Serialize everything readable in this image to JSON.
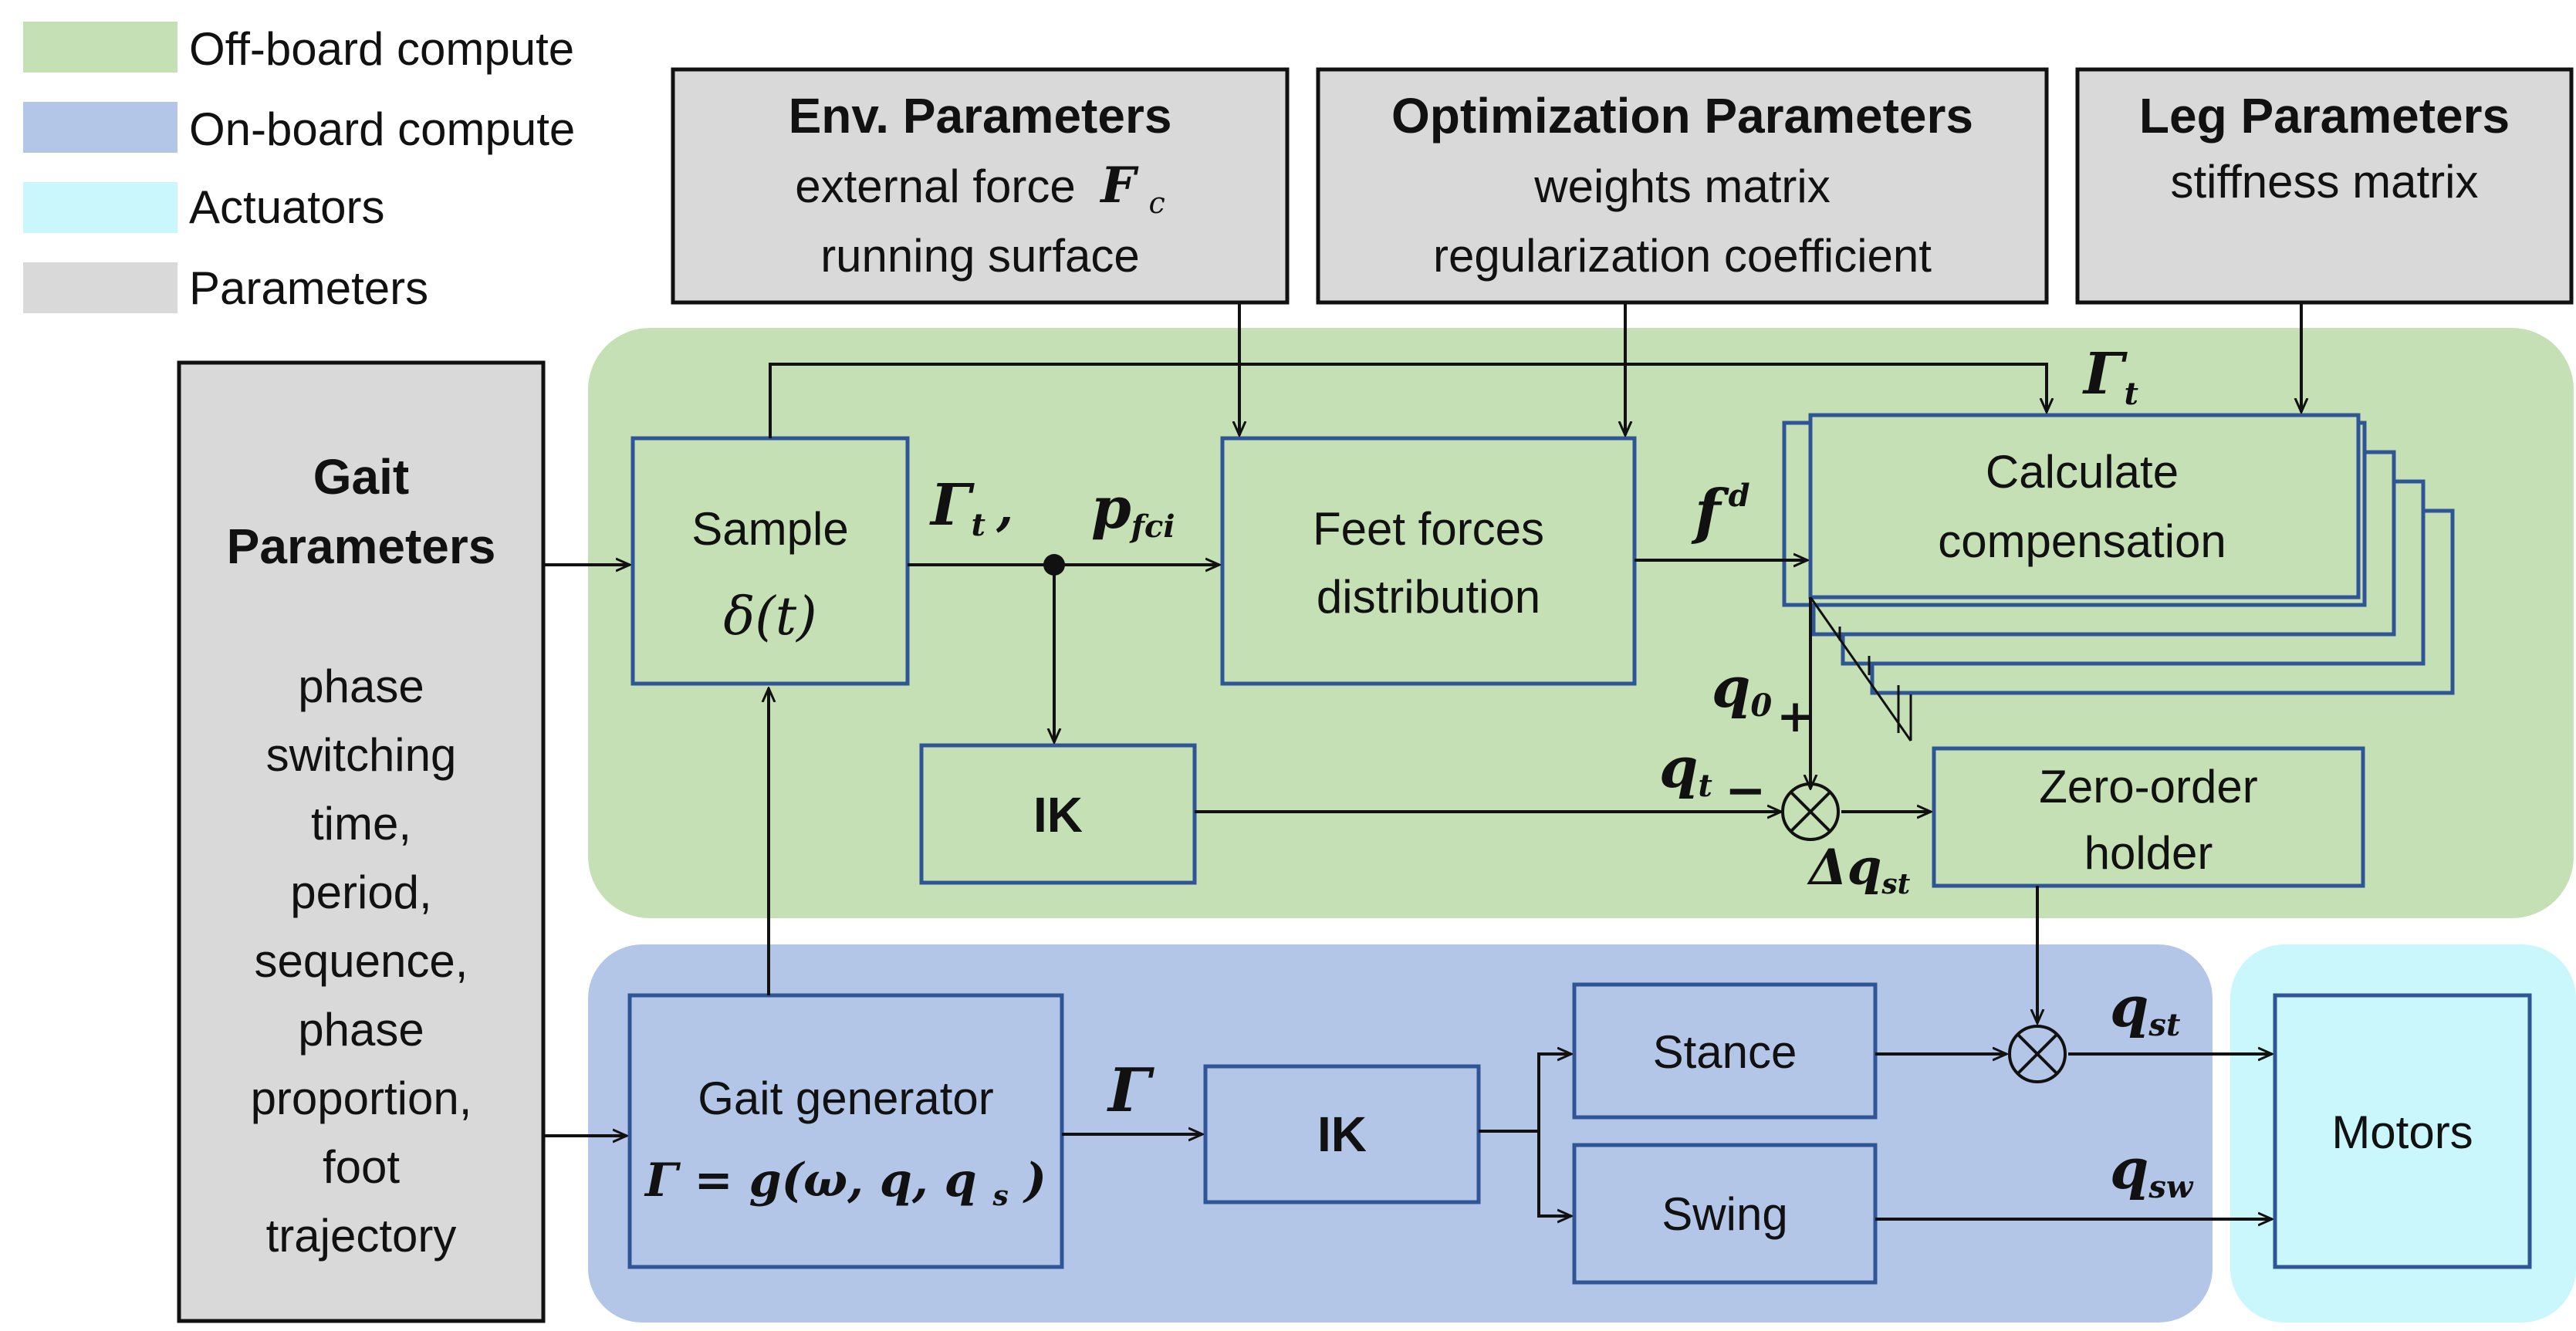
{
  "legend": [
    {
      "label": "Off-board compute",
      "color": "#c5e0b4"
    },
    {
      "label": "On-board compute",
      "color": "#b4c6e7"
    },
    {
      "label": "Actuators",
      "color": "#c9f7fb"
    },
    {
      "label": "Parameters",
      "color": "#d9d9d9"
    }
  ],
  "params": {
    "env": {
      "title": "Env. Parameters",
      "line1": "external force",
      "line1_sym": "F",
      "line1_sub": "c",
      "line2": "running surface"
    },
    "opt": {
      "title": "Optimization Parameters",
      "line1": "weights matrix",
      "line2": "regularization coefficient"
    },
    "leg": {
      "title": "Leg Parameters",
      "line1": "stiffness matrix"
    },
    "gait": {
      "title1": "Gait",
      "title2": "Parameters",
      "lines": [
        "phase",
        "switching",
        "time,",
        "period,",
        "sequence,",
        "phase",
        "proportion,",
        "foot",
        "trajectory"
      ]
    }
  },
  "blocks": {
    "sample": {
      "line1": "Sample",
      "line2": "δ(t)"
    },
    "feet": {
      "line1": "Feet forces",
      "line2": "distribution"
    },
    "calc": {
      "line1": "Calculate",
      "line2": "compensation"
    },
    "ik_top": {
      "label": "IK"
    },
    "zoh": {
      "line1": "Zero-order",
      "line2": "holder"
    },
    "gaitgen": {
      "line1": "Gait generator",
      "eq": "Γ = g(ω, q, q",
      "eq_sub": "s",
      "eq_end": ")"
    },
    "ik_bottom": {
      "label": "IK"
    },
    "stance": {
      "label": "Stance"
    },
    "swing": {
      "label": "Swing"
    },
    "motors": {
      "label": "Motors"
    }
  },
  "signals": {
    "gamma_t": {
      "sym": "Γ",
      "sub": "t"
    },
    "gamma_t_comma": {
      "sym": "Γ",
      "sub": "t",
      "suffix": ","
    },
    "p_fci": {
      "sym": "p",
      "sub": "fci"
    },
    "f_d": {
      "sym": "f",
      "sup": "d"
    },
    "q0": {
      "sym": "q",
      "sub": "0",
      "sign": "+"
    },
    "qt": {
      "sym": "q",
      "sub": "t",
      "sign": "−"
    },
    "dq_st": {
      "sym": "Δq",
      "sub": "st"
    },
    "gamma": {
      "sym": "Γ"
    },
    "q_st": {
      "sym": "q",
      "sub": "st"
    },
    "q_sw": {
      "sym": "q",
      "sub": "sw"
    }
  },
  "colors": {
    "offboard": "#c5e0b4",
    "onboard": "#b4c6e7",
    "actuator": "#c9f7fb",
    "param": "#d9d9d9",
    "block_border": "#2f5597",
    "param_border": "#111111"
  }
}
